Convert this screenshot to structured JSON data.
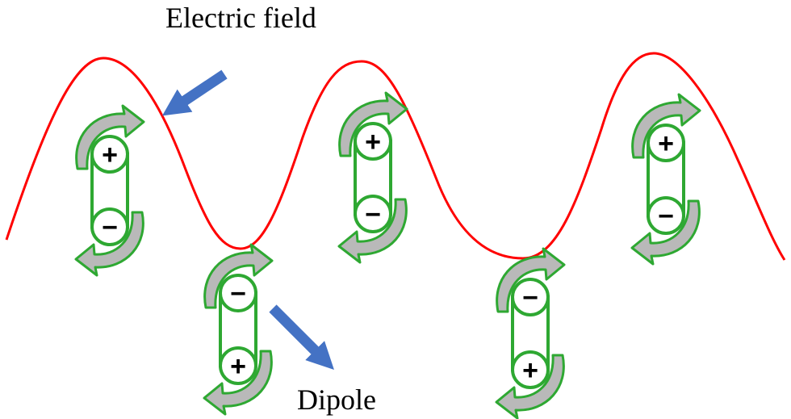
{
  "labels": {
    "field": "Electric field",
    "dipole": "Dipole"
  },
  "signs": {
    "positive": "+",
    "negative": "−"
  },
  "colors": {
    "field_wave": "#ff0000",
    "dipole": "#2ea832",
    "rotation_arrow_fill": "#b9b9b9",
    "pointer_arrow": "#4472c4",
    "text": "#000000"
  },
  "dipoles": [
    {
      "top_sign": "positive",
      "bottom_sign": "negative"
    },
    {
      "top_sign": "negative",
      "bottom_sign": "positive"
    },
    {
      "top_sign": "positive",
      "bottom_sign": "negative"
    },
    {
      "top_sign": "negative",
      "bottom_sign": "positive"
    },
    {
      "top_sign": "positive",
      "bottom_sign": "negative"
    }
  ]
}
